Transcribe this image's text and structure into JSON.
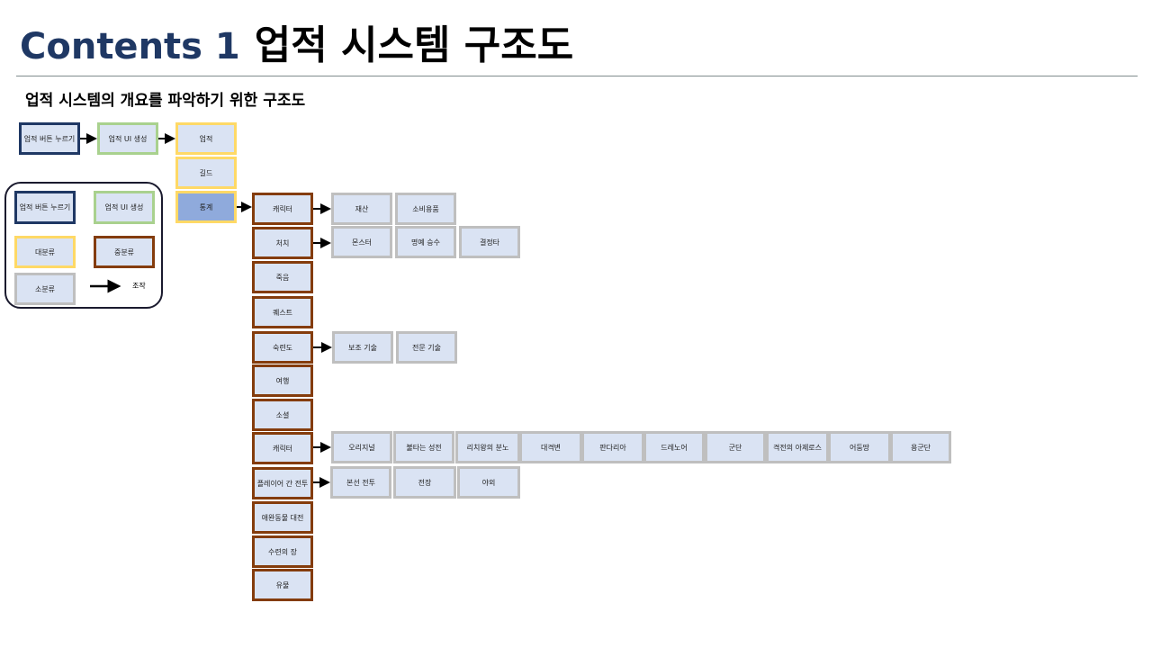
{
  "header": {
    "title_en": "Contents 1",
    "title_ko": "업적 시스템 구조도",
    "subtitle": "업적 시스템의 개요를 파악하기 위한 구조도"
  },
  "flow": {
    "start": "업적 버튼 누르기",
    "ui": "업적 UI 생성"
  },
  "major": [
    "업적",
    "길드",
    "통계"
  ],
  "selected_major": "통계",
  "middle": [
    "캐릭터",
    "처치",
    "죽음",
    "퀘스트",
    "숙련도",
    "여행",
    "소셜",
    "캐릭터",
    "플레이어 간 전투",
    "애완동물 대전",
    "수련의 장",
    "유물"
  ],
  "minor": {
    "stats_character": [
      "재산",
      "소비용품"
    ],
    "kill": [
      "몬스터",
      "명예 승수",
      "결정타"
    ],
    "proficiency": [
      "보조 기술",
      "전문 기술"
    ],
    "character": [
      "오리지널",
      "불타는 성전",
      "리치왕의 분노",
      "대격변",
      "판다리아",
      "드레노어",
      "군단",
      "격전의 아제로스",
      "어둠땅",
      "용군단"
    ],
    "pvp": [
      "본선 전투",
      "전장",
      "야외"
    ]
  },
  "legend": {
    "button": "업적 버튼 누르기",
    "ui": "업적 UI 생성",
    "major": "대분류",
    "middle": "중분류",
    "minor": "소분류",
    "action": "조작"
  },
  "colors": {
    "navy": "#1f3864",
    "green": "#a9d18e",
    "yellow": "#ffd966",
    "brown": "#843c0c",
    "gray": "#bfbfbf",
    "fill": "#dae3f3",
    "selected_fill": "#8faadc"
  }
}
